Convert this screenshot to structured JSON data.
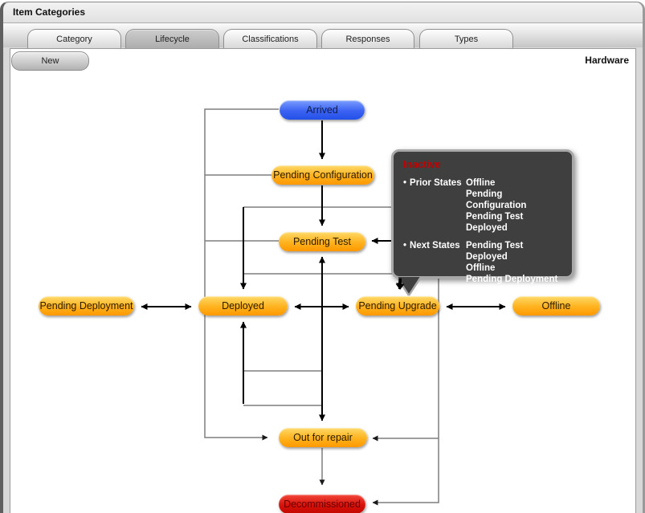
{
  "window": {
    "title": "Item Categories"
  },
  "tabs": [
    {
      "label": "Category",
      "active": false
    },
    {
      "label": "Lifecycle",
      "active": true
    },
    {
      "label": "Classifications",
      "active": false
    },
    {
      "label": "Responses",
      "active": false
    },
    {
      "label": "Types",
      "active": false
    }
  ],
  "toolbar": {
    "new_button": "New",
    "category_label": "Hardware"
  },
  "diagram": {
    "nodes": [
      {
        "id": "arrived",
        "label": "Arrived",
        "color": "blue"
      },
      {
        "id": "pending-configuration",
        "label": "Pending Configuration",
        "color": "orange"
      },
      {
        "id": "pending-test",
        "label": "Pending Test",
        "color": "orange"
      },
      {
        "id": "pending-deployment",
        "label": "Pending Deployment",
        "color": "orange"
      },
      {
        "id": "deployed",
        "label": "Deployed",
        "color": "orange"
      },
      {
        "id": "pending-upgrade",
        "label": "Pending Upgrade",
        "color": "orange"
      },
      {
        "id": "offline",
        "label": "Offline",
        "color": "orange"
      },
      {
        "id": "out-for-repair",
        "label": "Out for repair",
        "color": "orange"
      },
      {
        "id": "decommissioned",
        "label": "Decommissioned",
        "color": "red"
      }
    ]
  },
  "tooltip": {
    "title": "Inactive",
    "bullet": "•",
    "prior_label": "Prior States",
    "next_label": "Next States",
    "prior_states": [
      "Offline",
      "Pending Configuration",
      "Pending Test",
      "Deployed"
    ],
    "next_states": [
      "Pending Test",
      "Deployed",
      "Offline",
      "Pending Deployment"
    ]
  },
  "colors": {
    "node_orange": "#FFA817",
    "node_blue": "#3761F2",
    "node_red": "#D40F06",
    "tooltip_bg": "#3F3F3F",
    "tooltip_title": "#C00000",
    "connector_gray": "#7F7F7F",
    "connector_black": "#000000"
  }
}
